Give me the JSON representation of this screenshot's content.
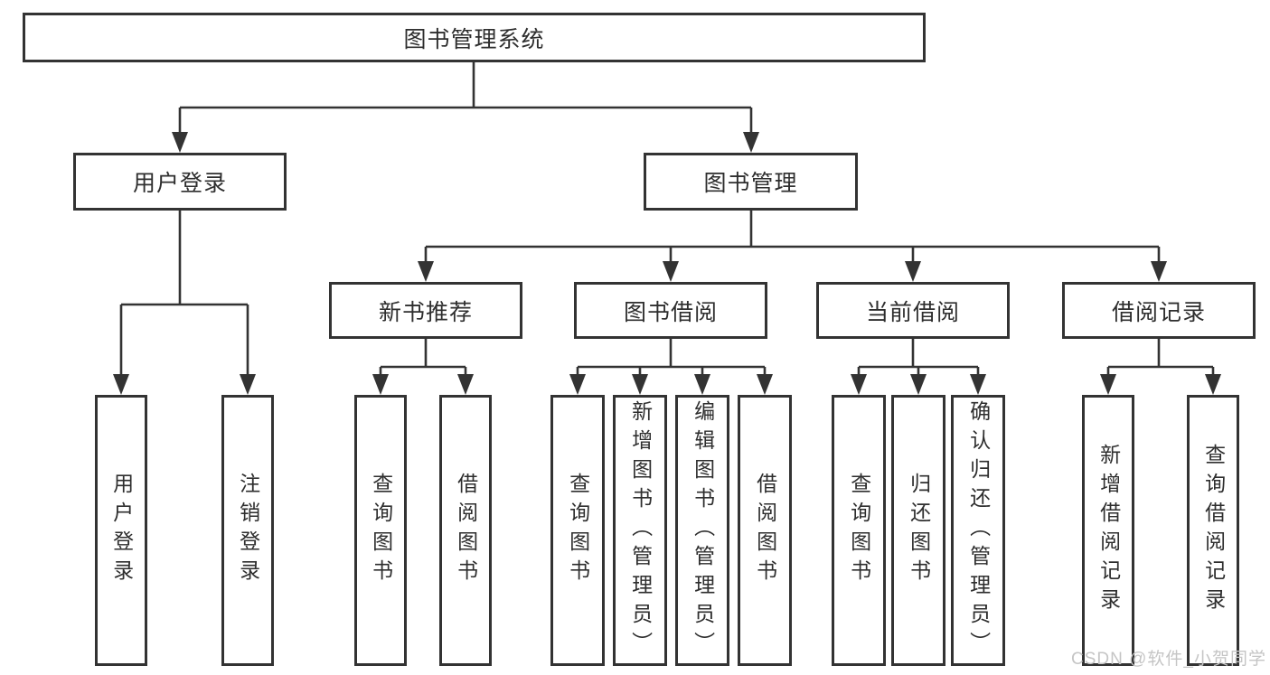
{
  "colors": {
    "line": "#333333",
    "border": "#333333",
    "text": "#2e2e2e",
    "background": "#ffffff",
    "watermark": "#c5c5c5"
  },
  "watermark": {
    "text": "CSDN @软件_小贺同学"
  },
  "diagram": {
    "root": {
      "label": "图书管理系统"
    },
    "branches": [
      {
        "label": "用户登录"
      },
      {
        "label": "图书管理"
      }
    ],
    "modules": [
      {
        "label": "新书推荐"
      },
      {
        "label": "图书借阅"
      },
      {
        "label": "当前借阅"
      },
      {
        "label": "借阅记录"
      }
    ],
    "leaves": {
      "user_login": [
        {
          "label": "用户登录"
        },
        {
          "label": "注销登录"
        }
      ],
      "new_books": [
        {
          "label": "查询图书"
        },
        {
          "label": "借阅图书"
        }
      ],
      "book_borrow": [
        {
          "label": "查询图书"
        },
        {
          "label": "新增图书（管理员）"
        },
        {
          "label": "编辑图书（管理员）"
        },
        {
          "label": "借阅图书"
        }
      ],
      "current_borrow": [
        {
          "label": "查询图书"
        },
        {
          "label": "归还图书"
        },
        {
          "label": "确认归还（管理员）"
        }
      ],
      "borrow_records": [
        {
          "label": "新增借阅记录"
        },
        {
          "label": "查询借阅记录"
        }
      ]
    }
  }
}
